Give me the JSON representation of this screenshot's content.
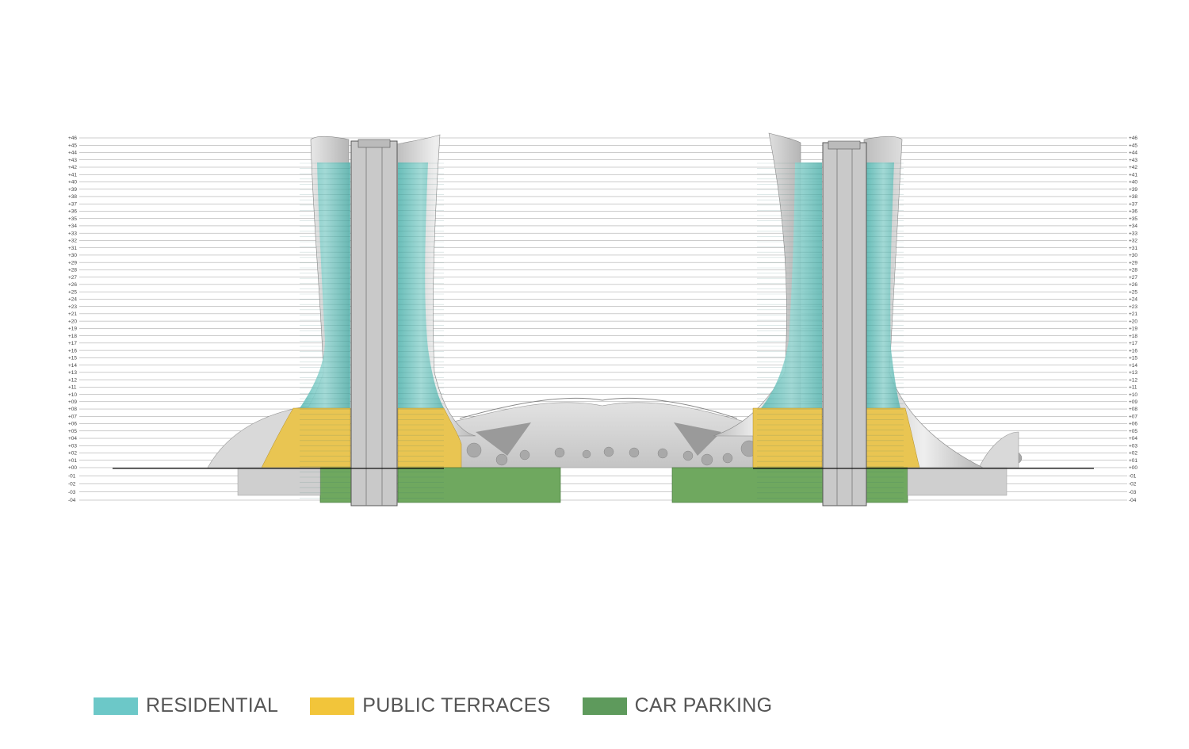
{
  "levels": [
    "+46",
    "+45",
    "+44",
    "+43",
    "+42",
    "+41",
    "+40",
    "+39",
    "+38",
    "+37",
    "+36",
    "+35",
    "+34",
    "+33",
    "+32",
    "+31",
    "+30",
    "+29",
    "+28",
    "+27",
    "+26",
    "+25",
    "+24",
    "+23",
    "+21",
    "+20",
    "+19",
    "+18",
    "+17",
    "+16",
    "+15",
    "+14",
    "+13",
    "+12",
    "+11",
    "+10",
    "+09",
    "+08",
    "+07",
    "+06",
    "+05",
    "+04",
    "+03",
    "+02",
    "+01",
    "+00",
    "-01",
    "-02",
    "-03",
    "-04"
  ],
  "legend": [
    {
      "label": "RESIDENTIAL",
      "color": "#6cc8c8"
    },
    {
      "label": "PUBLIC TERRACES",
      "color": "#f2c53a"
    },
    {
      "label": "CAR PARKING",
      "color": "#5e9a5c"
    }
  ],
  "colors": {
    "residential": "#7fd0cc",
    "terraces": "#e9c552",
    "parking": "#6fa85f",
    "core": "#c9c9c9",
    "shell": "#d8d8d8"
  }
}
